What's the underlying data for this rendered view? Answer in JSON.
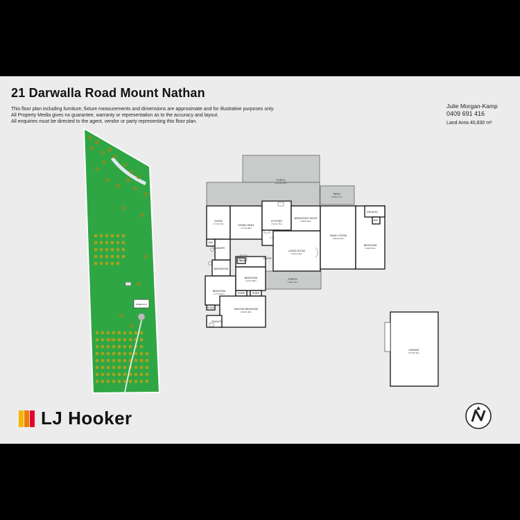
{
  "title": "21 Darwalla Road Mount Nathan",
  "disclaimer": [
    "This floor plan including furniture, fixture measurements and dimensions are approximate and for illustrative purposes only.",
    "All Property Media gives no guarantee, warranty or representation as to the accuracy and layout.",
    "All enquiries must be directed to the agent, vendor or party representing this floor plan."
  ],
  "agent": {
    "name": "Julie Morgan-Kamp",
    "phone": "0409 691 416",
    "land_area": "Land Area 40,830 m²"
  },
  "brand": {
    "name": "LJ Hooker",
    "colors": [
      "#f7b500",
      "#ef7d00",
      "#e4032e"
    ]
  },
  "site": {
    "building_label": "DWELLING"
  },
  "rooms": {
    "porch_top": {
      "name": "PORCH",
      "dims": "10.60x5.28m"
    },
    "patio": {
      "name": "PATIO",
      "dims": "4.80x3.70m"
    },
    "room": {
      "name": "ROOM",
      "dims": "3.77x3.76m"
    },
    "dining": {
      "name": "DINING AREA",
      "dims": "4.17x4.98m"
    },
    "kitchen": {
      "name": "KITCHEN",
      "dims": "3.44x3.76m"
    },
    "breakfast": {
      "name": "BREAKFAST NOOK",
      "dims": "3.08x2.89m"
    },
    "bar": {
      "name": "BAR",
      "dims": "2.76x1.98m"
    },
    "living": {
      "name": "LIVING ROOM",
      "dims": "5.50x4.49m"
    },
    "family": {
      "name": "FAMILY ROOM",
      "dims": "4.82x10.64m"
    },
    "bedroom_right": {
      "name": "BEDROOM",
      "dims": "3.48x8.40m"
    },
    "ensuite_right": {
      "name": "ENSUITE"
    },
    "wic_right": {
      "name": "WIC"
    },
    "wic_left": {
      "name": "WIC"
    },
    "laundry": {
      "name": "LAUNDRY"
    },
    "bathroom": {
      "name": "BATHROOM"
    },
    "entry": {
      "name": "ENTRY"
    },
    "linen": {
      "name": "LINEN"
    },
    "bedroom_mid": {
      "name": "BEDROOM",
      "dims": "3.44x3.88m"
    },
    "bedroom_left": {
      "name": "BEDROOM",
      "dims": "2.77x3.54m"
    },
    "porch_bottom": {
      "name": "PORCH",
      "dims": "7.28x3.40m"
    },
    "robe1": {
      "name": "ROBE"
    },
    "robe2": {
      "name": "ROBE"
    },
    "robe3": {
      "name": "ROBE"
    },
    "master": {
      "name": "MASTER BEDROOM",
      "dims": "3.86x3.48m"
    },
    "ensuite_left": {
      "name": "ENSUITE"
    },
    "garage": {
      "name": "GARAGE",
      "dims": "5.57x8.49m"
    }
  }
}
